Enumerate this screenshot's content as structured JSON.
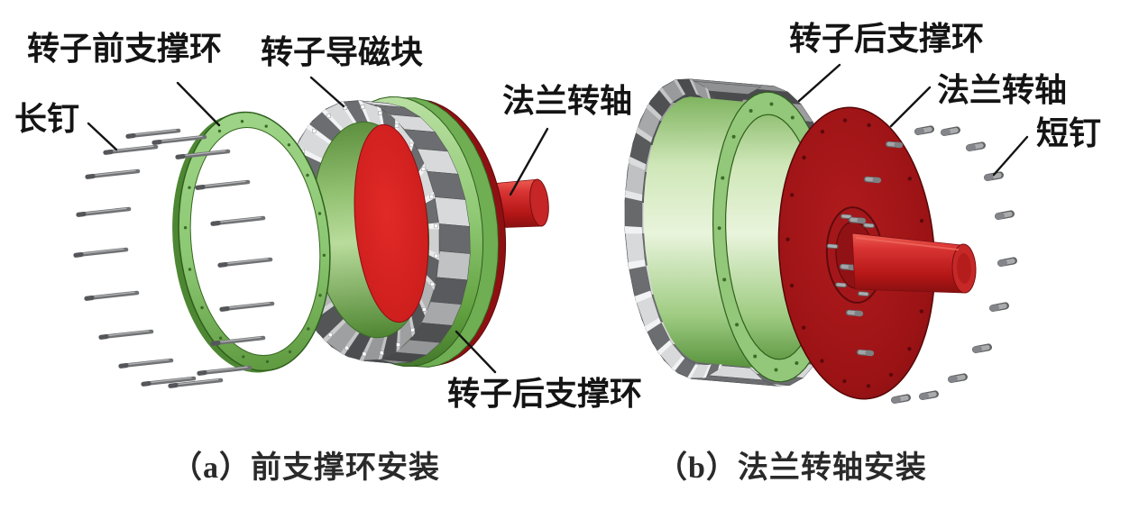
{
  "figure": {
    "labels": {
      "front_support_ring": "转子前支撑环",
      "long_pin": "长钉",
      "magnet_block": "转子导磁块",
      "flange_shaft_a": "法兰转轴",
      "rear_support_ring_a": "转子后支撑环",
      "rear_support_ring_b": "转子后支撑环",
      "flange_shaft_b": "法兰转轴",
      "short_pin": "短钉"
    },
    "captions": {
      "a": "（a）前支撑环安装",
      "b": "（b）法兰转轴安装"
    }
  },
  "colors": {
    "support_ring_green": "#8fc873",
    "ring_edge_green": "#2f5f1e",
    "inner_green_light": "#cfe7b8",
    "block_dark_gray": "#6b6d70",
    "block_light_gray": "#d8d9db",
    "separator_white": "#f2f3f4",
    "back_plate_red": "#8e1012",
    "bright_disc_red": "#cf1d1d",
    "flange_dark_red": "#9c1315",
    "shaft_red": "#c62626",
    "pin_gray": "#97999b",
    "leader_black": "#141414"
  }
}
